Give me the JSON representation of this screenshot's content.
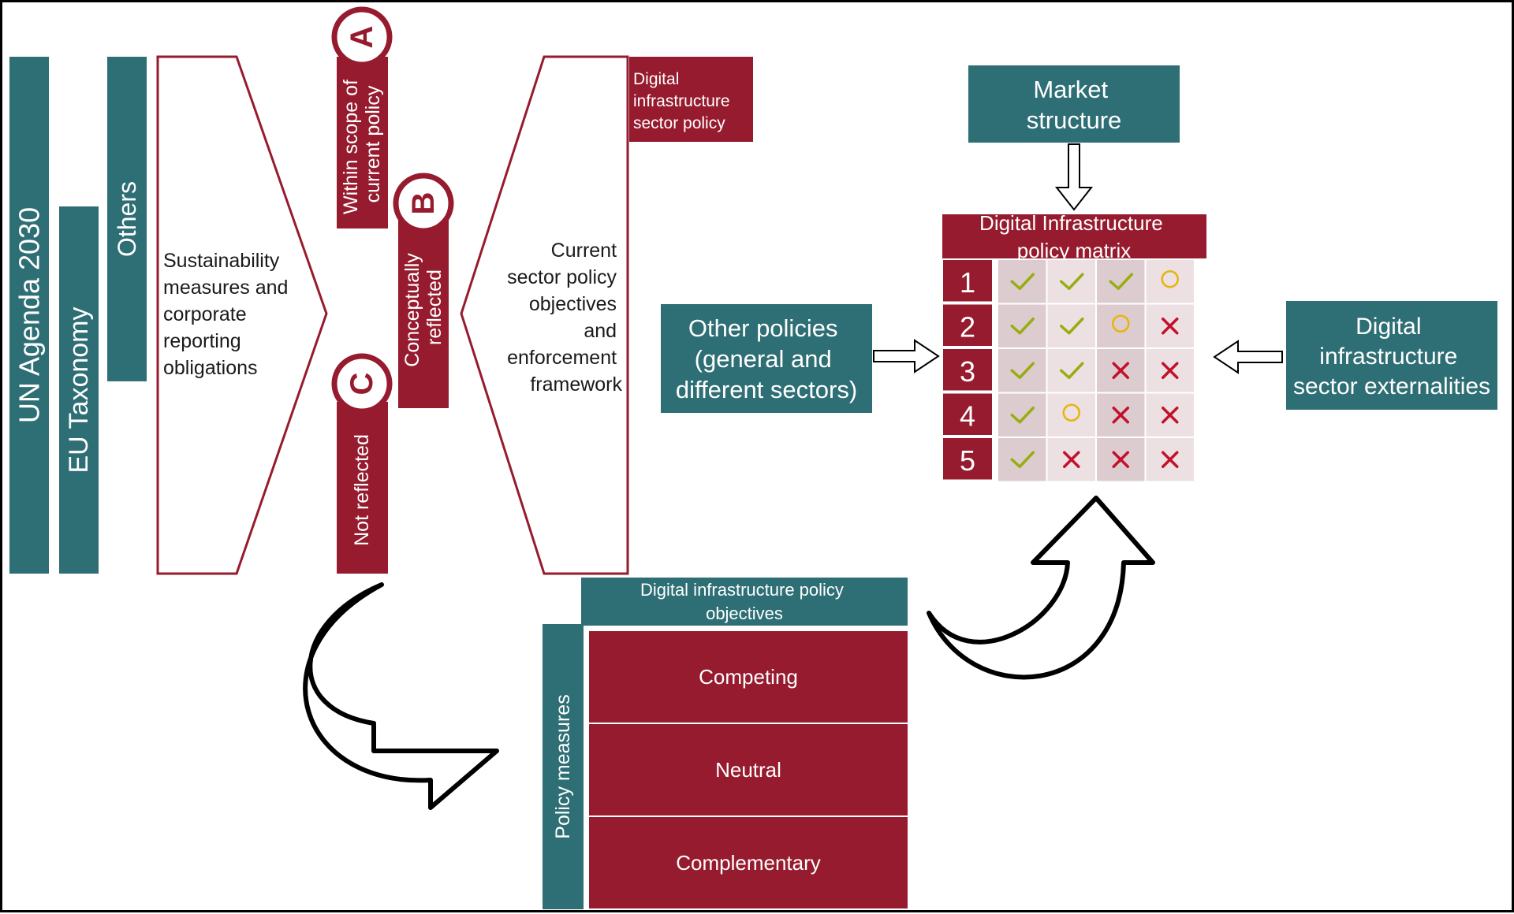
{
  "colors": {
    "teal": "#2e6e75",
    "maroon": "#961b2e",
    "white": "#ffffff",
    "black": "#000000",
    "cell_dark": "#dccccf",
    "cell_light": "#ece0e2",
    "check": "#98ad10",
    "circle": "#e6b50d",
    "cross": "#c3112b"
  },
  "frameworks": {
    "un_agenda": "UN Agenda 2030",
    "eu_taxonomy": "EU Taxonomy",
    "others": "Others"
  },
  "sustainability_text": [
    "Sustainability",
    "measures and",
    "corporate",
    "reporting",
    "obligations"
  ],
  "categories": {
    "a": {
      "letter": "A",
      "lines": [
        "Within scope of",
        "current policy"
      ]
    },
    "b": {
      "letter": "B",
      "lines": [
        "Conceptually",
        "reflected"
      ]
    },
    "c": {
      "letter": "C",
      "lines": [
        "Not reflected"
      ]
    }
  },
  "digital_infra_sector_policy": [
    "Digital",
    "infrastructure",
    "sector policy"
  ],
  "current_sector_text": [
    "Current",
    "sector policy",
    "objectives",
    "and",
    "enforcement",
    "framework"
  ],
  "market_structure": [
    "Market",
    "structure"
  ],
  "other_policies": [
    "Other policies",
    "(general and",
    "different sectors)"
  ],
  "externalities": [
    "Digital",
    "infrastructure",
    "sector externalities"
  ],
  "matrix": {
    "title": [
      "Digital Infrastructure",
      "policy matrix"
    ],
    "rows": [
      {
        "label": "1",
        "cells": [
          "check",
          "check",
          "check",
          "circle"
        ]
      },
      {
        "label": "2",
        "cells": [
          "check",
          "check",
          "circle",
          "cross"
        ]
      },
      {
        "label": "3",
        "cells": [
          "check",
          "check",
          "cross",
          "cross"
        ]
      },
      {
        "label": "4",
        "cells": [
          "check",
          "circle",
          "cross",
          "cross"
        ]
      },
      {
        "label": "5",
        "cells": [
          "check",
          "cross",
          "cross",
          "cross"
        ]
      }
    ]
  },
  "objectives_header": [
    "Digital infrastructure policy",
    "objectives"
  ],
  "policy_measures_label": "Policy measures",
  "measures": [
    "Competing",
    "Neutral",
    "Complementary"
  ]
}
